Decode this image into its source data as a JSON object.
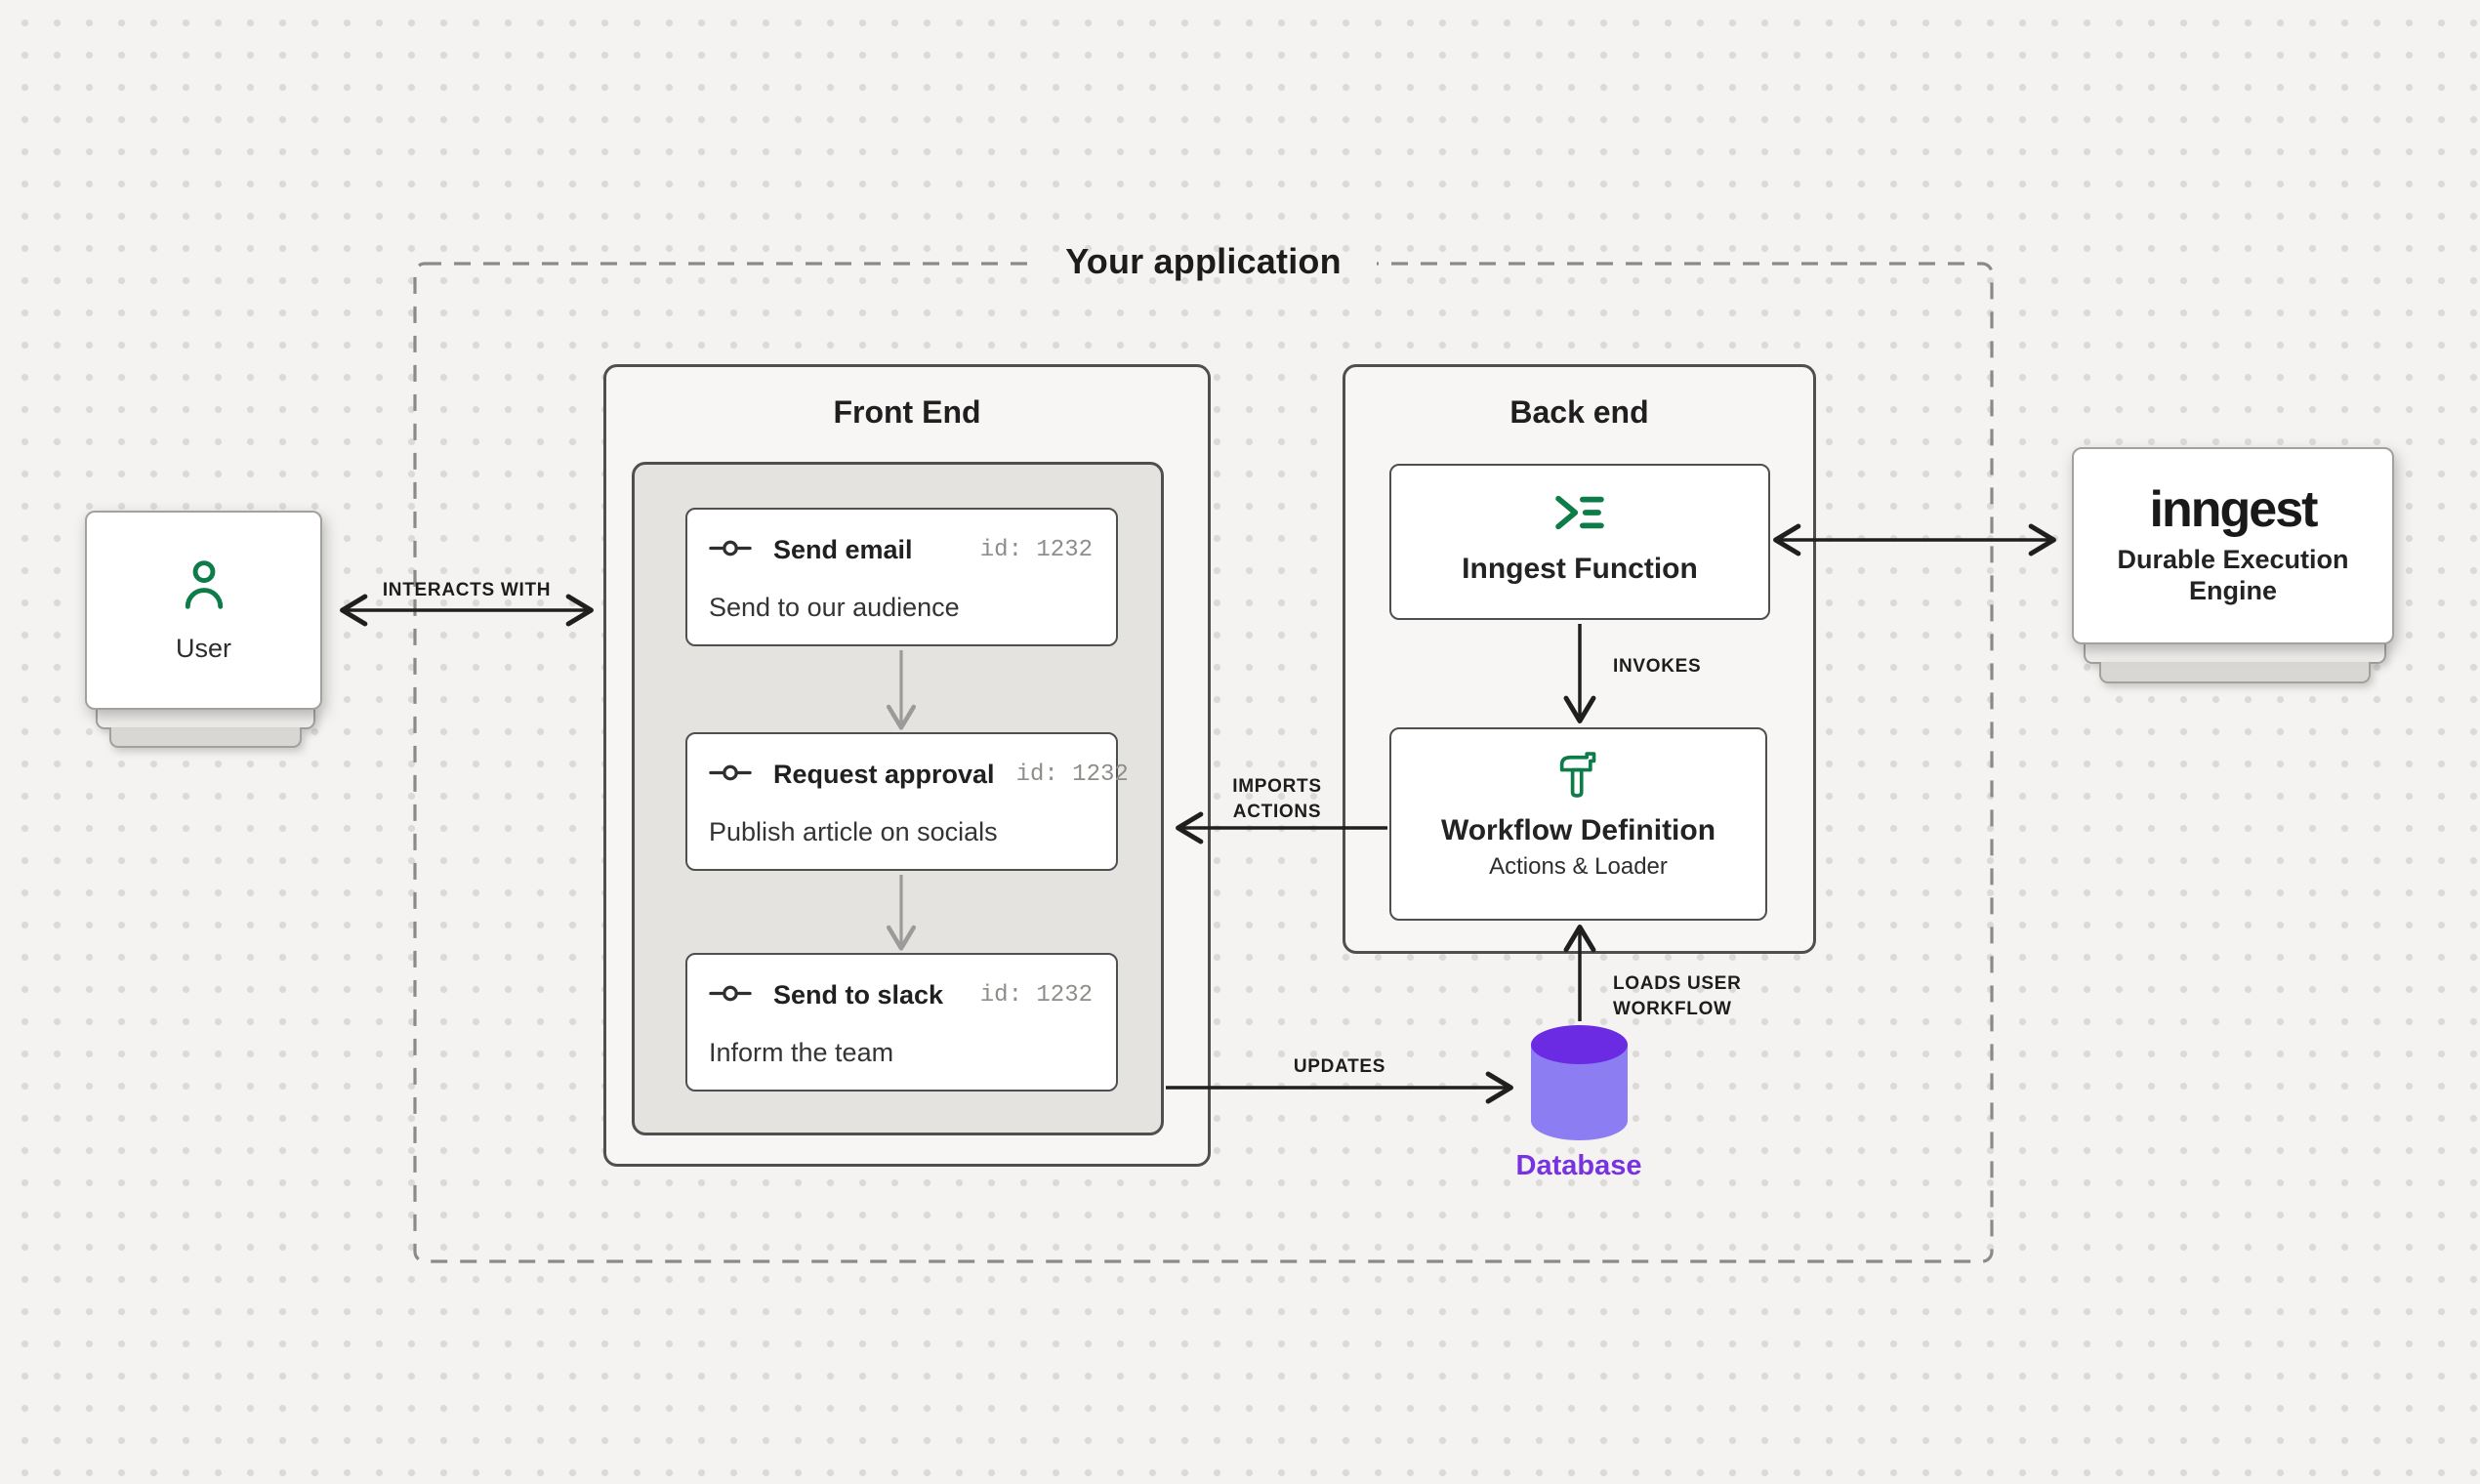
{
  "app_boundary": {
    "label": "Your application"
  },
  "user_node": {
    "label": "User",
    "icon": "user-icon"
  },
  "frontend": {
    "title": "Front End",
    "cards": [
      {
        "icon": "commit-icon",
        "title": "Send email",
        "id": "id: 1232",
        "description": "Send to our audience"
      },
      {
        "icon": "commit-icon",
        "title": "Request approval",
        "id": "id: 1232",
        "description": "Publish article on socials"
      },
      {
        "icon": "commit-icon",
        "title": "Send to slack",
        "id": "id: 1232",
        "description": "Inform the team"
      }
    ]
  },
  "backend": {
    "title": "Back end",
    "function_card": {
      "icon": "terminal-list-icon",
      "label": "Inngest Function"
    },
    "workflow_card": {
      "icon": "hammer-icon",
      "title": "Workflow Definition",
      "subtitle": "Actions & Loader"
    }
  },
  "inngest_node": {
    "logo": "inngest",
    "subtitle": "Durable Execution Engine"
  },
  "database_node": {
    "label": "Database",
    "icon": "database-cylinder-icon"
  },
  "edges": {
    "interacts_with": "INTERACTS WITH",
    "invokes": "INVOKES",
    "imports_actions": "IMPORTS\nACTIONS",
    "updates": "UPDATES",
    "loads_user_workflow": "LOADS USER\nWORKFLOW"
  },
  "colors": {
    "background": "#f4f3f1",
    "dot_grid": "#dcdad6",
    "box_border": "#4f4f4f",
    "accent_green": "#0e7c49",
    "arrow_black": "#1f1f1f",
    "arrow_gray": "#9b9b9b",
    "database_top": "#6a2be2",
    "database_body": "#8d7df2",
    "database_label": "#7633df"
  }
}
